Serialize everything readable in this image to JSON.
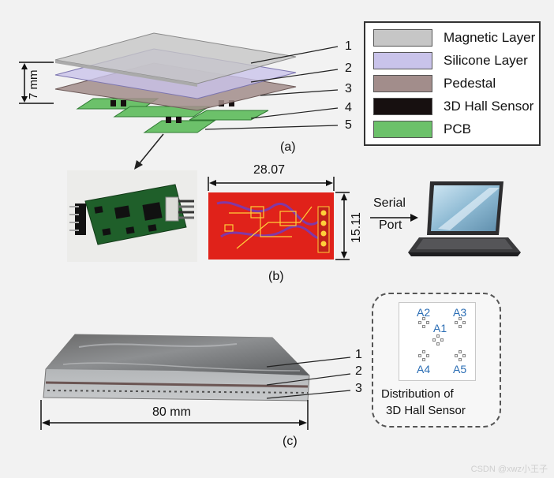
{
  "legend": [
    {
      "label": "Magnetic Layer",
      "color": "#c6c6c6"
    },
    {
      "label": "Silicone Layer",
      "color": "#c9c3ea"
    },
    {
      "label": "Pedestal",
      "color": "#a28d8b"
    },
    {
      "label": "3D Hall Sensor",
      "color": "#171010"
    },
    {
      "label": "PCB",
      "color": "#6cc16a"
    }
  ],
  "panel_a": {
    "thickness_label": "7 mm",
    "layer_numbers": [
      "1",
      "2",
      "3",
      "4",
      "5"
    ],
    "caption": "(a)"
  },
  "panel_b": {
    "width_dim": "28.07",
    "height_dim": "15.11",
    "serial_port_line1": "Serial",
    "serial_port_line2": "Port",
    "caption": "(b)"
  },
  "panel_c": {
    "length_label": "80 mm",
    "layer_numbers": [
      "1",
      "2",
      "3"
    ],
    "caption": "(c)"
  },
  "sensor_distribution": {
    "title_line1": "Distribution of",
    "title_line2": "3D Hall Sensor",
    "sensors": [
      "A1",
      "A2",
      "A3",
      "A4",
      "A5"
    ]
  },
  "watermark": "CSDN @xwz小王子"
}
